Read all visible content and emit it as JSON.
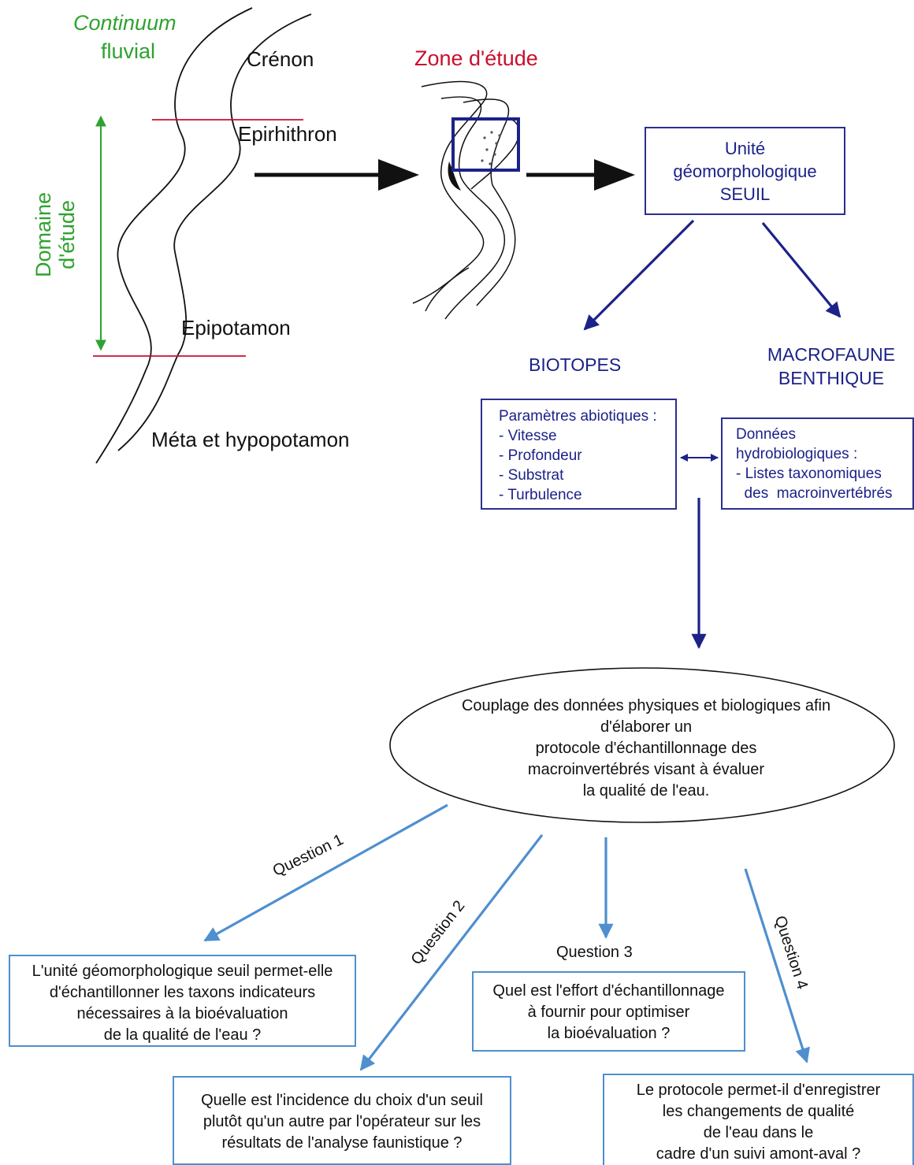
{
  "left_panel": {
    "continuum_line1": "Continuum",
    "continuum_line2": "fluvial",
    "domaine_line1": "Domaine",
    "domaine_line2": "d'étude",
    "crenon": "Crénon",
    "epirhithron": "Epirhithron",
    "epipotamon": "Epipotamon",
    "meta": "Méta et hypopotamon"
  },
  "zone": {
    "title": "Zone d'étude"
  },
  "unit_box": {
    "line1": "Unité",
    "line2": "géomorphologique",
    "line3": "SEUIL"
  },
  "biotopes": {
    "label": "BIOTOPES"
  },
  "macrofaune": {
    "line1": "MACROFAUNE",
    "line2": "BENTHIQUE"
  },
  "abiotic_box": {
    "title": "Paramètres abiotiques :",
    "items": [
      "- Vitesse",
      "- Profondeur",
      "- Substrat",
      "- Turbulence"
    ]
  },
  "hydro_box": {
    "line1": "Données",
    "line2": "hydrobiologiques :",
    "line3": "- Listes taxonomiques",
    "line4": "  des  macroinvertébrés"
  },
  "ellipse": {
    "line1": "Couplage des données physiques et biologiques afin",
    "line2": "d'élaborer un",
    "line3": "protocole d'échantillonnage des",
    "line4": "macroinvertébrés visant à évaluer",
    "line5": "la qualité de l'eau."
  },
  "questions": {
    "q1_label": "Question 1",
    "q2_label": "Question 2",
    "q3_label": "Question 3",
    "q4_label": "Question 4",
    "q1_text": "L'unité géomorphologique seuil permet-elle\nd'échantillonner les taxons indicateurs\nnécessaires à la bioévaluation\nde la qualité de l'eau ?",
    "q2_text": "Quelle est l'incidence du choix d'un seuil\nplutôt qu'un autre par l'opérateur sur les\nrésultats de l'analyse faunistique ?",
    "q3_text": "Quel est l'effort d'échantillonnage\nà fournir pour optimiser\nla bioévaluation ?",
    "q4_text": "Le protocole permet-il d'enregistrer\nles changements de qualité\nde l'eau dans le\ncadre d'un suivi amont-aval ?"
  },
  "colors": {
    "navy": "#1c2288",
    "green": "#2fa22f",
    "red": "#c8102e",
    "light_blue": "#4f8fcf",
    "black": "#111111"
  }
}
